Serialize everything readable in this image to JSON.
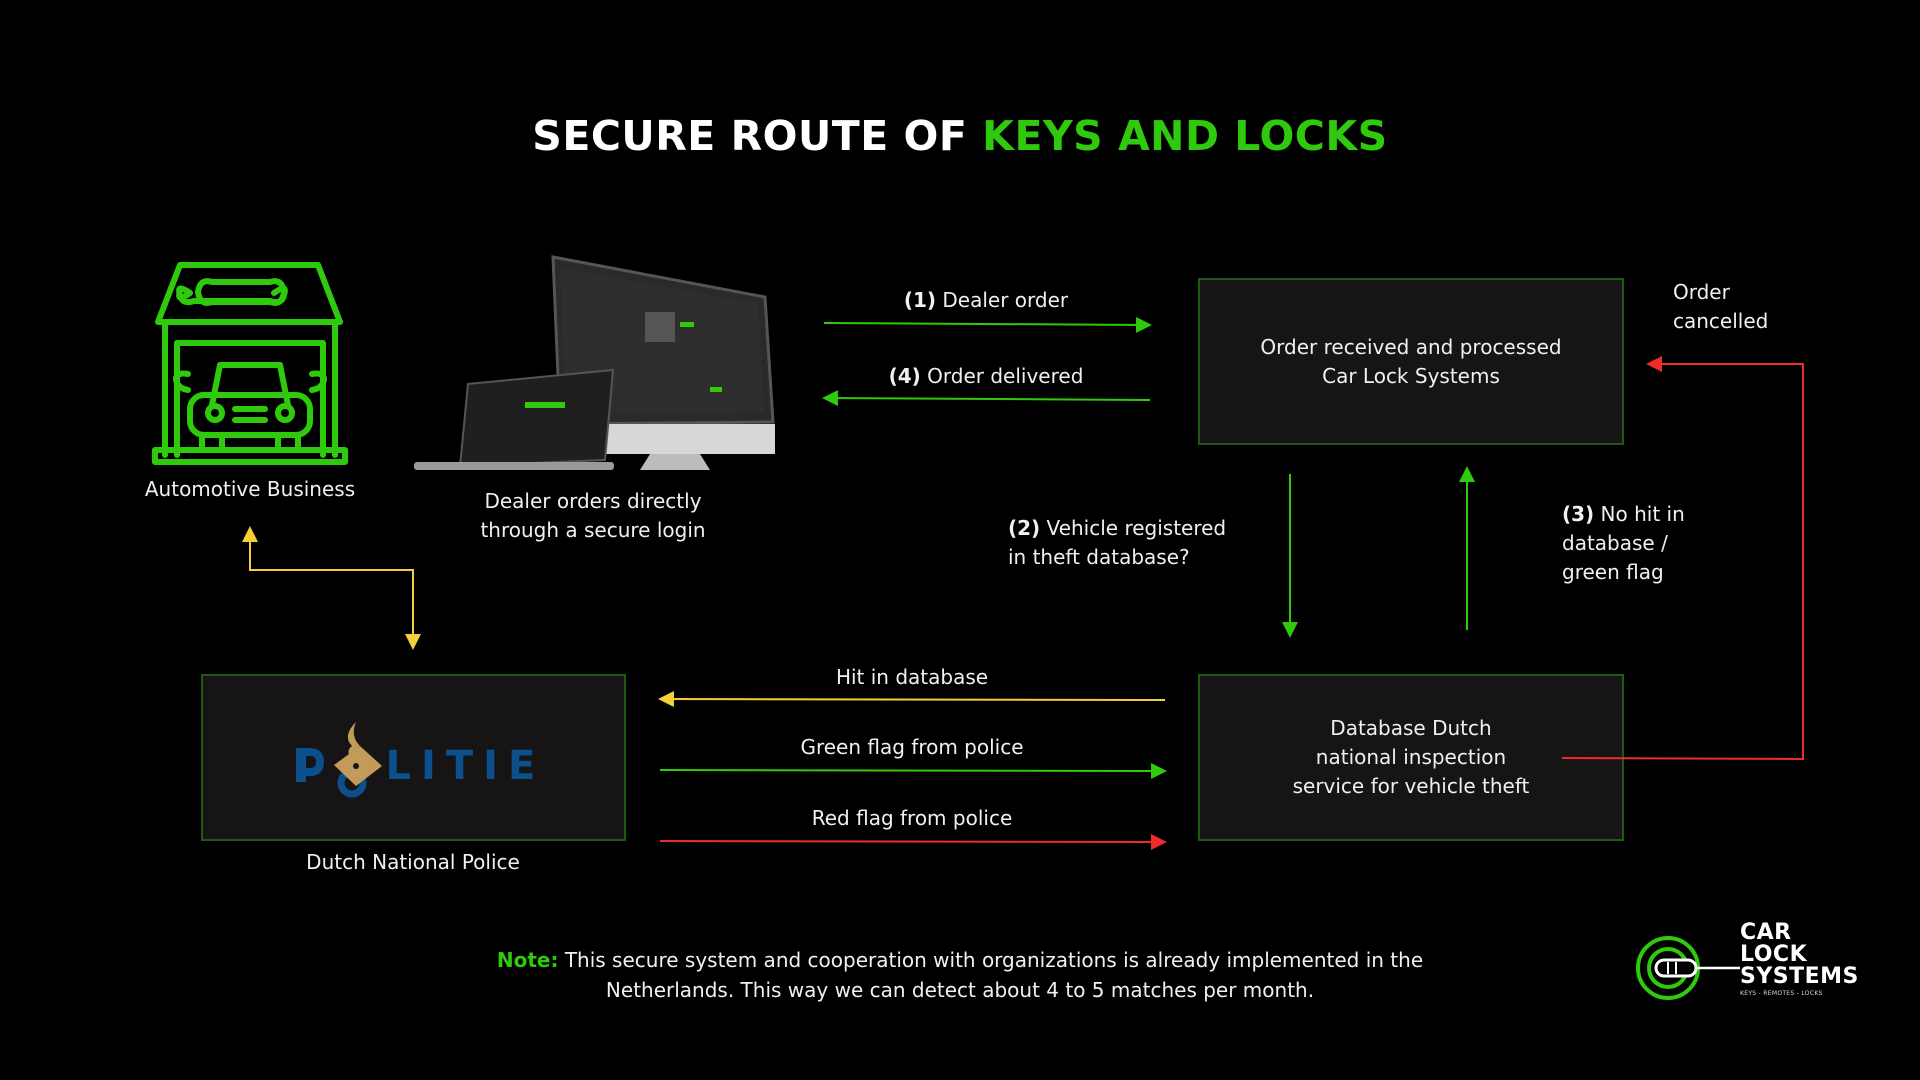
{
  "title": {
    "part1": "SECURE ROUTE OF ",
    "part2": "KEYS AND LOCKS"
  },
  "colors": {
    "accent": "#2fc90e",
    "box_fill": "#171415",
    "box_border": "#1f5a12",
    "arrow_green": "#2fc90e",
    "arrow_yellow": "#f5cf3b",
    "arrow_red": "#ef2b2b",
    "police_blue": "#0b4f8c",
    "police_gold": "#c49a5a"
  },
  "nodes": {
    "automotive": {
      "label": "Automotive Business",
      "icon": "garage-car-icon"
    },
    "dealer": {
      "line1": "Dealer orders directly",
      "line2": "through a secure login",
      "icon": "devices-mockup-icon"
    },
    "car_lock": {
      "line1": "Order received and processed",
      "line2": "Car Lock Systems"
    },
    "database": {
      "line1": "Database Dutch",
      "line2": "national inspection",
      "line3": "service for vehicle theft"
    },
    "police": {
      "logo_text_p": "P",
      "logo_text_rest": "LITIE",
      "label": "Dutch National Police"
    }
  },
  "edges": {
    "step1": {
      "num": "(1)",
      "text": " Dealer order"
    },
    "step4": {
      "num": "(4)",
      "text": " Order delivered"
    },
    "step2": {
      "num": "(2)",
      "text": " Vehicle registered",
      "line2": "in theft database?"
    },
    "step3": {
      "num": "(3)",
      "text": " No hit in",
      "line2": "database /",
      "line3": "green flag"
    },
    "cancelled": {
      "line1": "Order",
      "line2": "cancelled"
    },
    "hit": "Hit in database",
    "green_flag": "Green flag from police",
    "red_flag": "Red flag from police"
  },
  "note": {
    "key": "Note:",
    "line1": " This secure system and cooperation with organizations is already implemented in the",
    "line2": "Netherlands. This way we can detect about 4 to 5 matches per month."
  },
  "logo": {
    "line1": "CAR",
    "line2": "LOCK",
    "line3": "SYSTEMS",
    "tagline": "KEYS - REMOTES - LOCKS"
  }
}
